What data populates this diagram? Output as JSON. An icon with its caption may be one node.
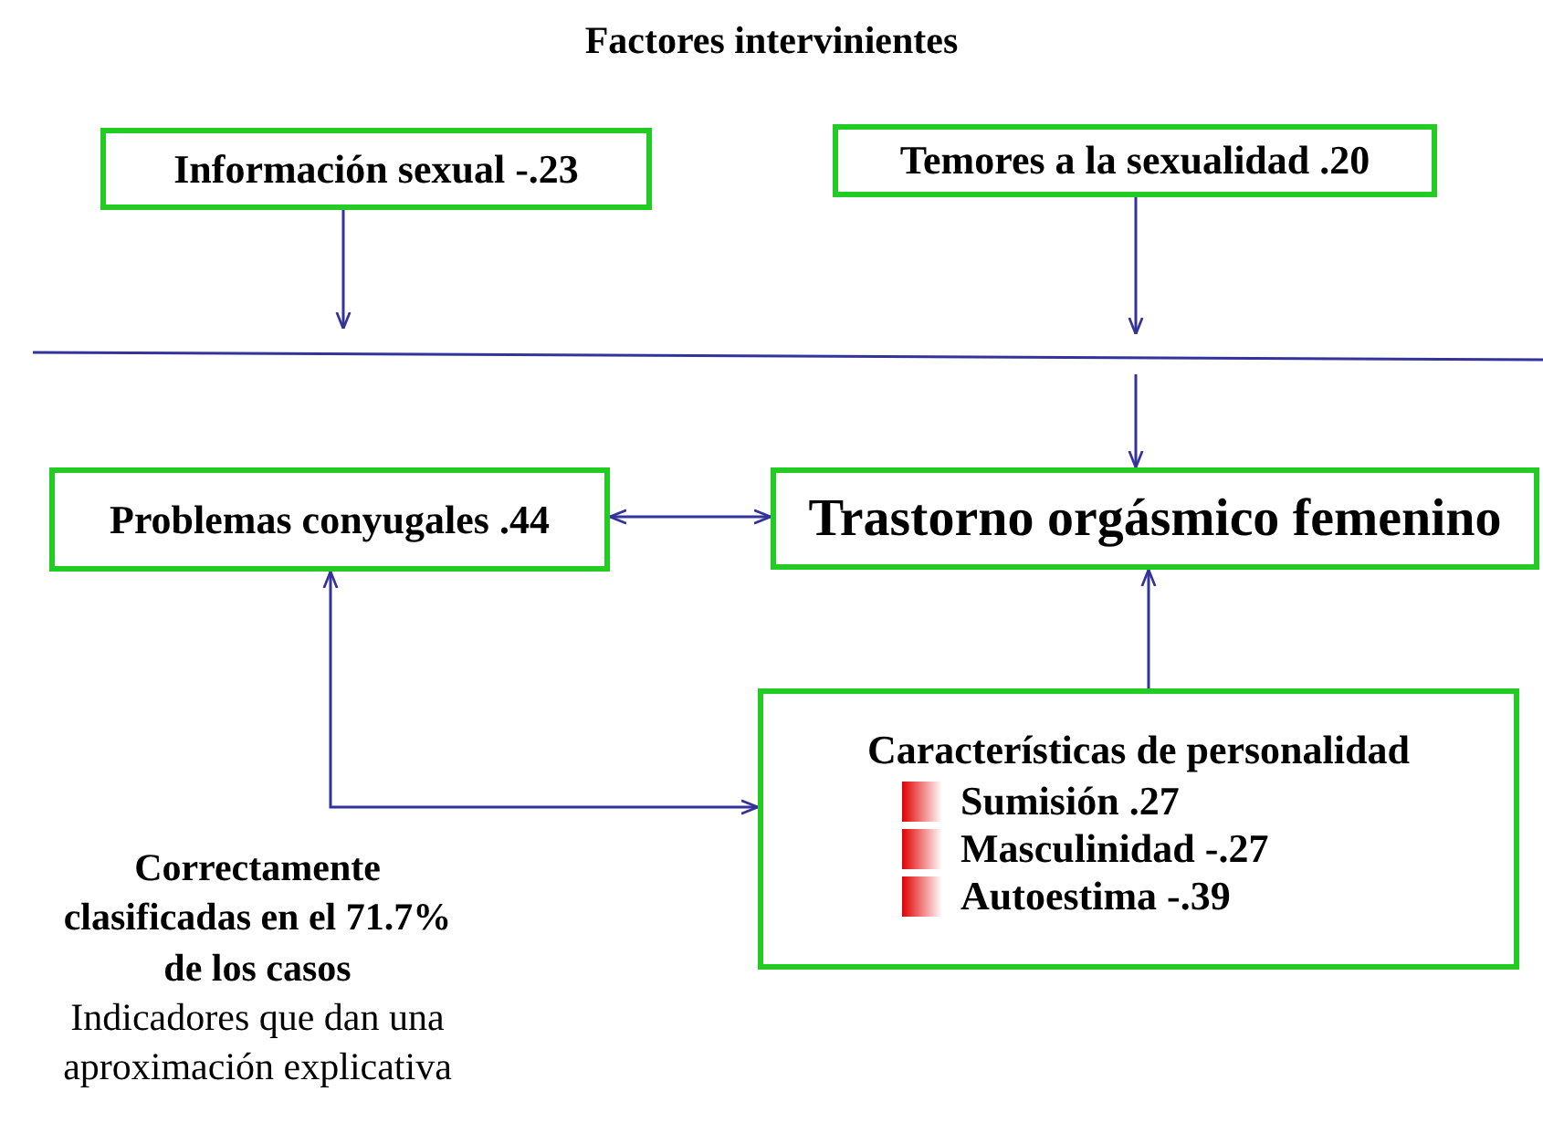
{
  "diagram": {
    "title": "Factores intervinientes",
    "nodes": [
      {
        "text": [
          "Información sexual -.23"
        ]
      },
      {
        "text": [
          "Temores a la sexualidad .20"
        ]
      },
      {
        "text": [
          "Problemas conyugales .44"
        ]
      },
      {
        "text": [
          "Trastorno orgásmico femenino"
        ]
      },
      {
        "text": [
          "Características de personalidad",
          "Sumisión .27",
          "Masculinidad -.27",
          "Autoestima -.39"
        ]
      }
    ],
    "edges": [
      {
        "from": 0,
        "to": null,
        "arrow": "to"
      },
      {
        "from": 1,
        "to": null,
        "arrow": "to"
      },
      {
        "from": null,
        "to": 3,
        "arrow": "to"
      },
      {
        "from": 2,
        "to": 3,
        "arrow": "both"
      },
      {
        "from": 4,
        "to": 3,
        "arrow": "to"
      },
      {
        "from": 2,
        "to": 4,
        "arrow": "both"
      }
    ],
    "labels": [
      "Correctamente clasificadas en el 71.7% de los casos",
      "Indicadores que dan una aproximación explicativa"
    ]
  }
}
